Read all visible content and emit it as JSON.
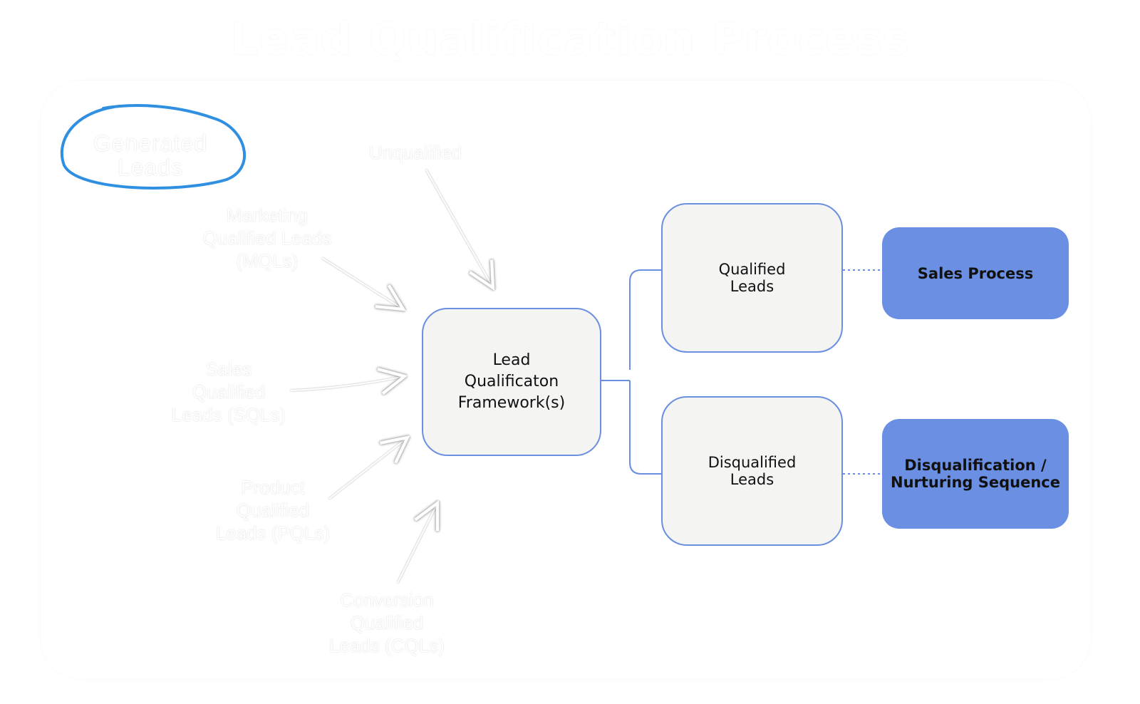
{
  "title": "Lead Qualification Process",
  "source_label": "Generated\nLeads",
  "lead_types": {
    "unqualified": "Unqualified",
    "mql": "Marketing\nQualified Leads\n(MQLs)",
    "sql": "Sales\nQualified\nLeads (SQLs)",
    "pql": "Product\nQualified\nLeads (PQLs)",
    "cql": "Conversion\nQualified\nLeads (CQLs)"
  },
  "nodes": {
    "framework": "Lead\nQualificaton\nFramework(s)",
    "qualified": "Qualified\nLeads",
    "disqualified": "Disqualified\nLeads",
    "sales_process": "Sales Process",
    "nurturing": "Disqualification /\nNurturing Sequence"
  },
  "colors": {
    "node_border": "#6b8fe0",
    "node_fill": "#f4f4f3",
    "accent_fill": "#6a8fe3",
    "circle_stroke": "#2f8fe0"
  }
}
